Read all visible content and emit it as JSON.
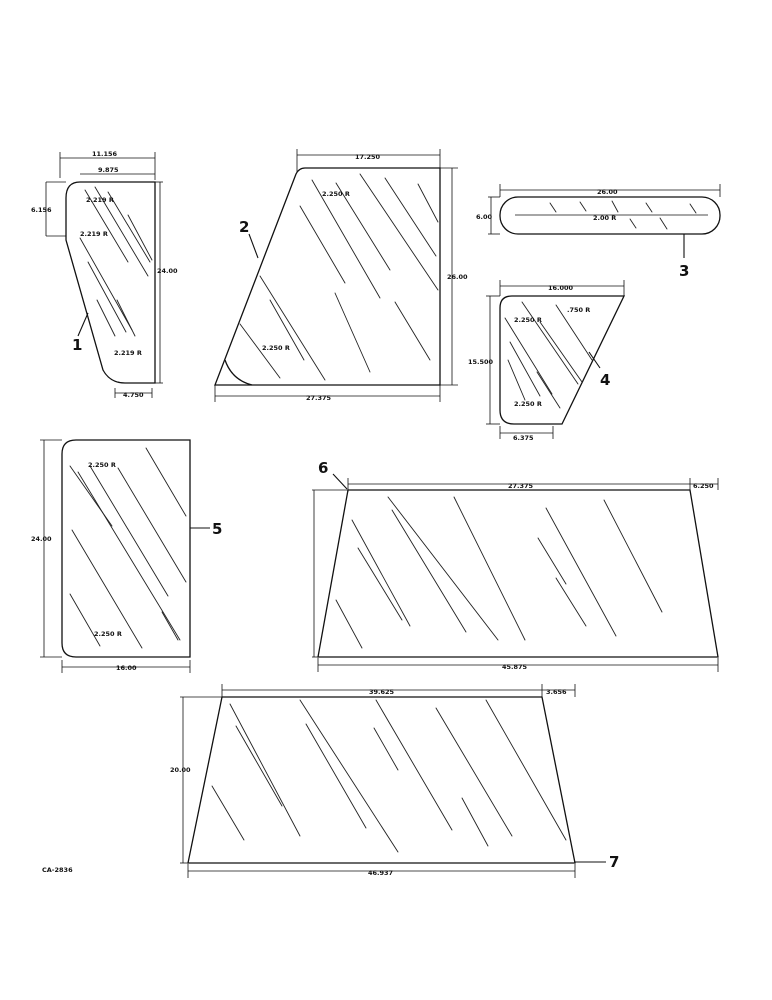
{
  "figure": {
    "code": "CA-2836"
  },
  "panels": [
    {
      "callout": "1",
      "dims": [
        "11.156",
        "9.875",
        "6.156",
        "2.219 R",
        "2.219 R",
        "24.00",
        "2.219 R",
        "4.750"
      ]
    },
    {
      "callout": "2",
      "dims": [
        "17.250",
        "2.250 R",
        "26.00",
        "2.250 R",
        "27.375"
      ]
    },
    {
      "callout": "3",
      "dims": [
        "26.00",
        "6.00",
        "2.00 R"
      ]
    },
    {
      "callout": "4",
      "dims": [
        "16.000",
        ".750 R",
        "2.250 R",
        "15.500",
        "2.250 R",
        "6.375"
      ]
    },
    {
      "callout": "5",
      "dims": [
        "2.250 R",
        "24.00",
        "2.250 R",
        "16.00"
      ]
    },
    {
      "callout": "6",
      "dims": [
        "27.375",
        "6.250",
        "45.875"
      ]
    },
    {
      "callout": "7",
      "dims": [
        "39.625",
        "3.656",
        "20.00",
        "46.937"
      ]
    }
  ]
}
